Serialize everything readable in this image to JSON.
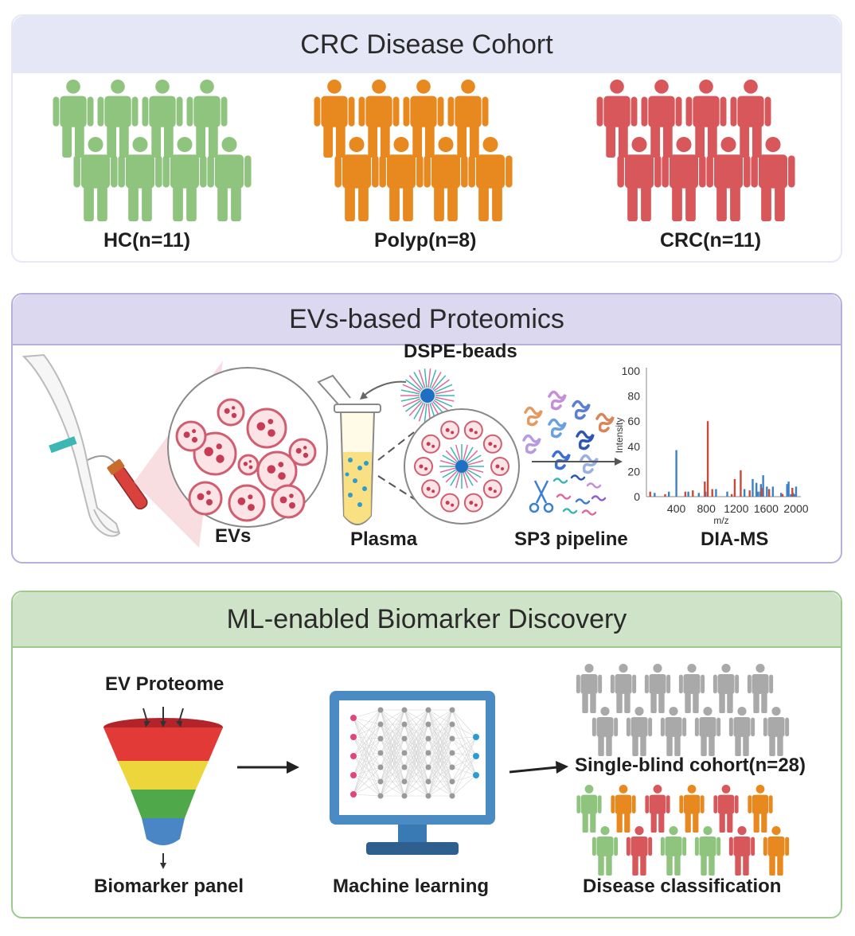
{
  "cohort": {
    "title": "CRC Disease Cohort",
    "groups": [
      {
        "label": "HC(n=11)",
        "color": "#8fc47f"
      },
      {
        "label": "Polyp(n=8)",
        "color": "#e8891f"
      },
      {
        "label": "CRC(n=11)",
        "color": "#d8575a"
      }
    ]
  },
  "proteomics": {
    "title": "EVs-based Proteomics",
    "steps": {
      "evs": "EVs",
      "plasma": "Plasma",
      "beads": "DSPE-beads",
      "sp3": "SP3 pipeline",
      "diams": "DIA-MS"
    },
    "spectrum": {
      "ylabel": "Intensity",
      "xlabel": "m/z",
      "yticks": [
        "0",
        "20",
        "40",
        "60",
        "80",
        "100"
      ],
      "xticks": [
        "400",
        "800",
        "1200",
        "1600",
        "2000"
      ]
    }
  },
  "ml": {
    "title": "ML-enabled Biomarker Discovery",
    "ev_proteome": "EV Proteome",
    "biomarker_panel": "Biomarker panel",
    "machine_learning": "Machine learning",
    "single_blind": "Single-blind cohort(n=28)",
    "disease_classification": "Disease classification"
  },
  "chart_data": {
    "type": "bar",
    "xlabel": "m/z",
    "ylabel": "Intensity",
    "xlim": [
      0,
      2000
    ],
    "ylim": [
      0,
      100
    ],
    "series": [
      {
        "color": "#3b82c4",
        "points": [
          [
            110,
            3
          ],
          [
            300,
            4
          ],
          [
            400,
            37
          ],
          [
            560,
            4
          ],
          [
            700,
            3
          ],
          [
            790,
            4
          ],
          [
            930,
            6
          ],
          [
            1080,
            4
          ],
          [
            1180,
            3
          ],
          [
            1310,
            6
          ],
          [
            1420,
            14
          ],
          [
            1470,
            11
          ],
          [
            1490,
            4
          ],
          [
            1520,
            4
          ],
          [
            1530,
            10
          ],
          [
            1560,
            17
          ],
          [
            1610,
            8
          ],
          [
            1690,
            8
          ],
          [
            1800,
            3
          ],
          [
            1880,
            10
          ],
          [
            1900,
            12
          ],
          [
            1930,
            2
          ],
          [
            1960,
            3
          ],
          [
            1975,
            2
          ],
          [
            2000,
            8
          ]
        ]
      },
      {
        "color": "#c84a3b",
        "points": [
          [
            50,
            4
          ],
          [
            250,
            2
          ],
          [
            520,
            4
          ],
          [
            620,
            5
          ],
          [
            780,
            12
          ],
          [
            820,
            60
          ],
          [
            880,
            6
          ],
          [
            1140,
            2
          ],
          [
            1180,
            14
          ],
          [
            1260,
            21
          ],
          [
            1380,
            5
          ],
          [
            1540,
            7
          ],
          [
            1640,
            6
          ],
          [
            1820,
            2
          ],
          [
            1950,
            7
          ]
        ]
      }
    ]
  }
}
